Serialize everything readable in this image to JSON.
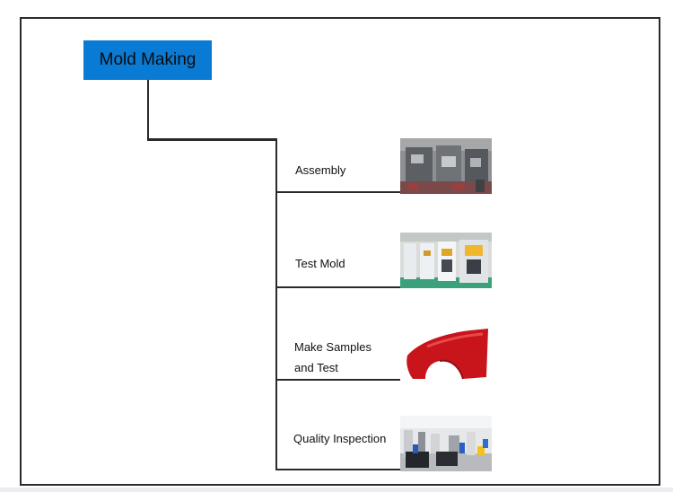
{
  "diagram": {
    "root": {
      "label": "Mold Making",
      "color": "#0a7bd4"
    },
    "steps": [
      {
        "label": "Assembly",
        "image": "mold-assembly-photo"
      },
      {
        "label": "Test Mold",
        "image": "press-machines-photo"
      },
      {
        "label": "Make Samples and Test",
        "image": "red-fender-photo"
      },
      {
        "label": "Quality Inspection",
        "image": "inspection-room-photo"
      }
    ]
  }
}
